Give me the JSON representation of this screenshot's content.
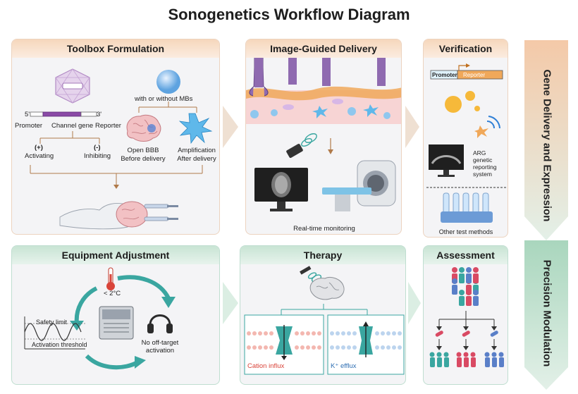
{
  "title": "Sonogenetics Workflow Diagram",
  "panels": {
    "toolbox": {
      "title": "Toolbox Formulation",
      "mbs_label": "with or without MBs",
      "five_prime": "5'",
      "three_prime": "3'",
      "promoter": "Promoter",
      "channel_gene": "Channel gene",
      "reporter": "Reporter",
      "plus": "(+)",
      "minus": "(-)",
      "activating": "Activating",
      "inhibiting": "Inhibiting",
      "open_bbb": "Open BBB",
      "before_delivery": "Before delivery",
      "amplification": "Amplification",
      "after_delivery": "After delivery"
    },
    "delivery": {
      "title": "Image-Guided Delivery",
      "caption": "Real-time monitoring"
    },
    "verification": {
      "title": "Verification",
      "promoter": "Promoter",
      "reporter": "Reporter",
      "arg_label": "ARG\ngenetic\nreporting\nsystem",
      "other_methods": "Other test methods"
    },
    "equipment": {
      "title": "Equipment Adjustment",
      "temp": "< 2°C",
      "safety_limit": "Safety limit",
      "activation_threshold": "Activation threshold",
      "no_off_target": "No off-target\nactivation"
    },
    "therapy": {
      "title": "Therapy",
      "cation_influx": "Cation influx",
      "k_efflux": "K⁺ efflux"
    },
    "assessment": {
      "title": "Assessment"
    }
  },
  "side_labels": {
    "top": "Gene Delivery and Expression",
    "bottom": "Precision Modulation"
  },
  "colors": {
    "warm_header": "#f6d7bc",
    "cool_header": "#c8e4d4",
    "teal": "#3aa6a0",
    "cation_text": "#d9443a",
    "k_text": "#2f6fb3"
  }
}
